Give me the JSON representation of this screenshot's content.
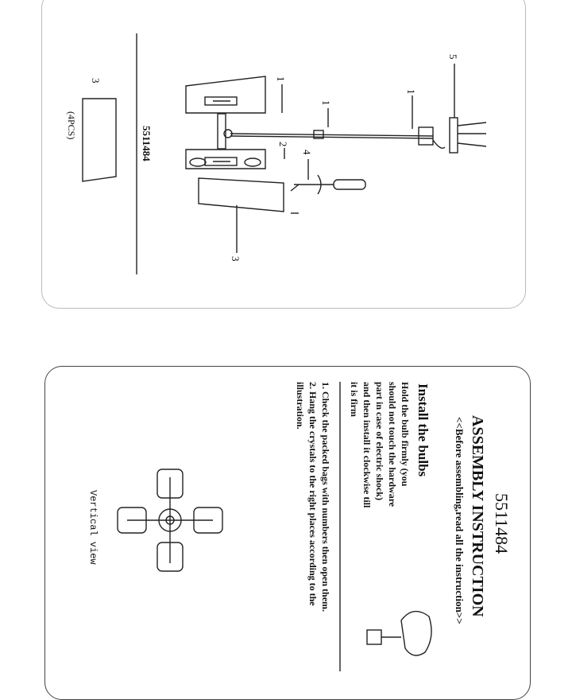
{
  "top_panel": {
    "model_number": "5511484",
    "quantity_note": "(4PCS)",
    "part_labels": [
      "1",
      "1",
      "1",
      "2",
      "3",
      "3",
      "4",
      "5"
    ]
  },
  "bottom_panel": {
    "model_number": "5511484",
    "title": "ASSEMBLY INSTRUCTION",
    "subtitle": "<<Before assembling,read all the instruction>>",
    "bulbs_heading": "Install the bulbs",
    "bulbs_text": [
      "Hold the bulb firmly (you",
      "should not touch the hardware",
      "part in case of electric shock)",
      "and then install it clockwise till",
      "it is firm"
    ],
    "steps": [
      "1. Check the packed bags with numbers then open them.",
      "2. Hang the crystals  to the right places according to the",
      "illustration."
    ],
    "vertical_view_label": "Vertical view"
  }
}
